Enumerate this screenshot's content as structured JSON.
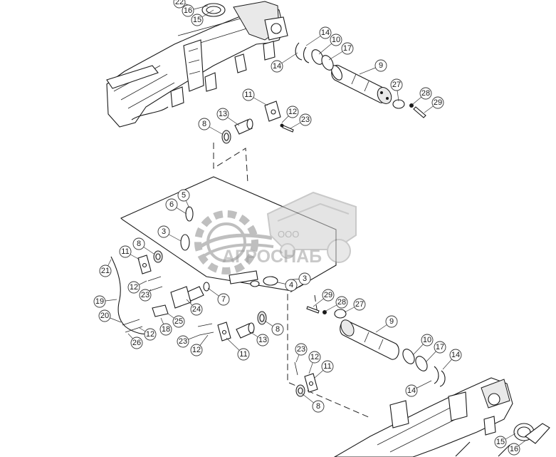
{
  "diagram": {
    "callouts": [
      {
        "id": "c22a",
        "label": "22"
      },
      {
        "id": "c16a",
        "label": "16"
      },
      {
        "id": "c15a",
        "label": "15"
      },
      {
        "id": "c14a",
        "label": "14"
      },
      {
        "id": "c10a",
        "label": "10"
      },
      {
        "id": "c17a",
        "label": "17"
      },
      {
        "id": "c14b",
        "label": "14"
      },
      {
        "id": "c9a",
        "label": "9"
      },
      {
        "id": "c27a",
        "label": "27"
      },
      {
        "id": "c28a",
        "label": "28"
      },
      {
        "id": "c29a",
        "label": "29"
      },
      {
        "id": "c11a",
        "label": "11"
      },
      {
        "id": "c12a",
        "label": "12"
      },
      {
        "id": "c13a",
        "label": "13"
      },
      {
        "id": "c23a",
        "label": "23"
      },
      {
        "id": "c8a",
        "label": "8"
      },
      {
        "id": "c5",
        "label": "5"
      },
      {
        "id": "c6",
        "label": "6"
      },
      {
        "id": "c3a",
        "label": "3"
      },
      {
        "id": "c8b",
        "label": "8"
      },
      {
        "id": "c11b",
        "label": "11"
      },
      {
        "id": "c21",
        "label": "21"
      },
      {
        "id": "c12b",
        "label": "12"
      },
      {
        "id": "c23b",
        "label": "23"
      },
      {
        "id": "c7",
        "label": "7"
      },
      {
        "id": "c19",
        "label": "19"
      },
      {
        "id": "c24",
        "label": "24"
      },
      {
        "id": "c20",
        "label": "20"
      },
      {
        "id": "c25",
        "label": "25"
      },
      {
        "id": "c12c",
        "label": "12"
      },
      {
        "id": "c18",
        "label": "18"
      },
      {
        "id": "c26",
        "label": "26"
      },
      {
        "id": "c23c",
        "label": "23"
      },
      {
        "id": "c12d",
        "label": "12"
      },
      {
        "id": "c11c",
        "label": "11"
      },
      {
        "id": "c13b",
        "label": "13"
      },
      {
        "id": "c8c",
        "label": "8"
      },
      {
        "id": "c4",
        "label": "4"
      },
      {
        "id": "c3b",
        "label": "3"
      },
      {
        "id": "c29b",
        "label": "29"
      },
      {
        "id": "c28b",
        "label": "28"
      },
      {
        "id": "c27b",
        "label": "27"
      },
      {
        "id": "c9b",
        "label": "9"
      },
      {
        "id": "c10b",
        "label": "10"
      },
      {
        "id": "c17b",
        "label": "17"
      },
      {
        "id": "c14c",
        "label": "14"
      },
      {
        "id": "c14d",
        "label": "14"
      },
      {
        "id": "c23d",
        "label": "23"
      },
      {
        "id": "c12e",
        "label": "12"
      },
      {
        "id": "c11d",
        "label": "11"
      },
      {
        "id": "c8d",
        "label": "8"
      },
      {
        "id": "c15b",
        "label": "15"
      },
      {
        "id": "c16b",
        "label": "16"
      }
    ]
  },
  "watermark": {
    "prefix": "ООО",
    "name": "АГРОСНАБ"
  }
}
